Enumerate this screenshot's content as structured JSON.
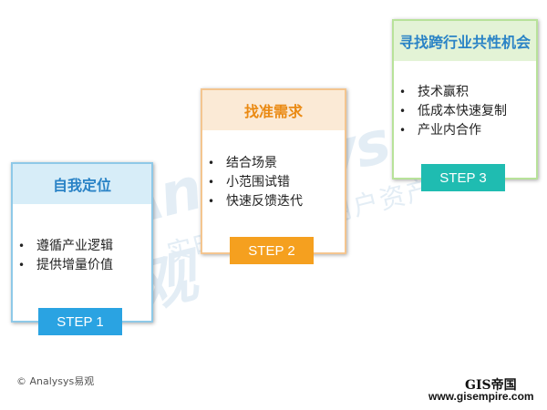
{
  "watermark": {
    "brand": "Analysys易观",
    "slogan": "实时分析驱动用户资产"
  },
  "steps": [
    {
      "title": "自我定位",
      "step_label": "STEP 1",
      "items": [
        "遵循产业逻辑",
        "提供增量价值"
      ]
    },
    {
      "title": "找准需求",
      "step_label": "STEP 2",
      "items": [
        "结合场景",
        "小范围试错",
        "快速反馈迭代"
      ]
    },
    {
      "title": "寻找跨行业共性机会",
      "step_label": "STEP 3",
      "items": [
        "技术赢积",
        "低成本快速复制",
        "产业内合作"
      ]
    }
  ],
  "footer": {
    "copyright": "© Analysys易观",
    "gis_title": "GIS帝国",
    "gis_url": "www.gisempire.com"
  },
  "colors": {
    "step1": "#2aa3e2",
    "step2": "#f5a01f",
    "step3": "#1fbcb1"
  }
}
